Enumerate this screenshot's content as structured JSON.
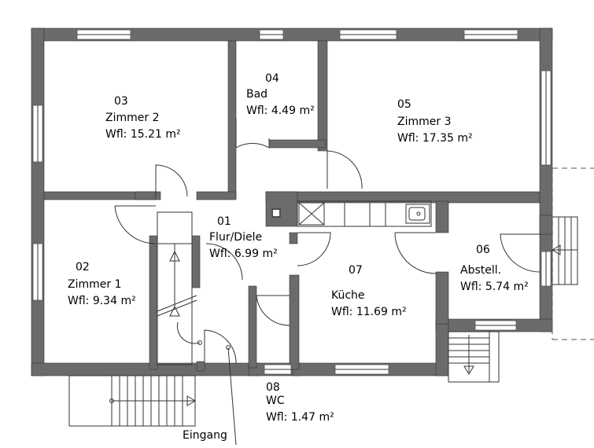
{
  "rooms": [
    {
      "id": "room-03",
      "number": "03",
      "name": "Zimmer 2",
      "area": "Wfl: 15.21 m²"
    },
    {
      "id": "room-04",
      "number": "04",
      "name": "Bad",
      "area": "Wfl: 4.49 m²"
    },
    {
      "id": "room-05",
      "number": "05",
      "name": "Zimmer 3",
      "area": "Wfl: 17.35 m²"
    },
    {
      "id": "room-01",
      "number": "01",
      "name": "Flur/Diele",
      "area": "Wfl: 6.99 m²"
    },
    {
      "id": "room-02",
      "number": "02",
      "name": "Zimmer 1",
      "area": "Wfl: 9.34 m²"
    },
    {
      "id": "room-07",
      "number": "07",
      "name": "Küche",
      "area": "Wfl: 11.69 m²"
    },
    {
      "id": "room-06",
      "number": "06",
      "name": "Abstell.",
      "area": "Wfl: 5.74 m²"
    },
    {
      "id": "room-08",
      "number": "08",
      "name": "WC",
      "area": "Wfl: 1.47 m²"
    }
  ],
  "entrance": {
    "name": "Eingang"
  },
  "colors": {
    "wall": "#6b6b6b",
    "line": "#333333",
    "background": "#ffffff"
  }
}
